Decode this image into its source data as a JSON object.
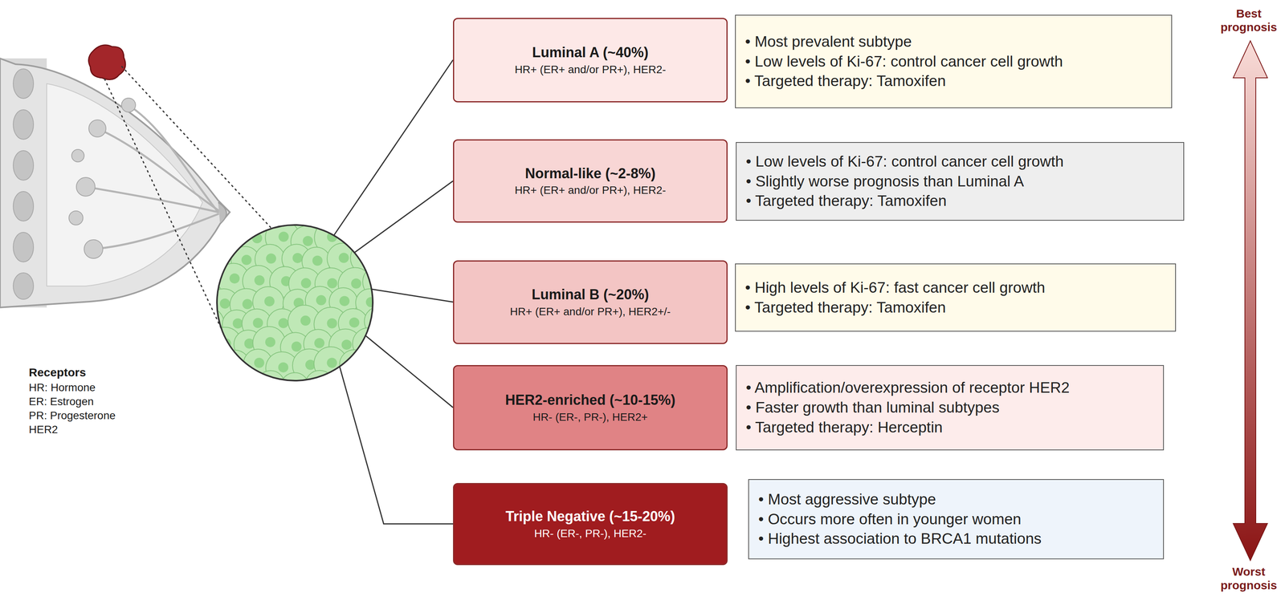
{
  "diagram": {
    "nodes": [
      {
        "text": [
          "Luminal A (~40%)",
          "HR+ (ER+ and/or PR+), HER2-"
        ]
      },
      {
        "text": [
          "• Most prevalent subtype",
          "• Low levels of Ki-67: control cancer cell growth",
          "• Targeted therapy: Tamoxifen"
        ]
      },
      {
        "text": [
          "Normal-like (~2-8%)",
          "HR+ (ER+ and/or PR+), HER2-"
        ]
      },
      {
        "text": [
          "• Low levels of Ki-67: control cancer cell growth",
          "• Slightly worse prognosis than Luminal A",
          "• Targeted therapy: Tamoxifen"
        ]
      },
      {
        "text": [
          "Luminal B (~20%)",
          "HR+ (ER+ and/or PR+), HER2+/-"
        ]
      },
      {
        "text": [
          "• High levels of Ki-67: fast cancer cell growth",
          "• Targeted therapy: Tamoxifen"
        ]
      },
      {
        "text": [
          "HER2-enriched (~10-15%)",
          "HR- (ER-, PR-), HER2+"
        ]
      },
      {
        "text": [
          "• Amplification/overexpression of receptor HER2",
          "• Faster growth than luminal subtypes",
          "• Targeted therapy: Herceptin"
        ]
      },
      {
        "text": [
          "Triple Negative (~15-20%)",
          "HR- (ER-, PR-), HER2-"
        ]
      },
      {
        "text": [
          "• Most aggressive subtype",
          "• Occurs more often in younger women",
          "• Highest association to BRCA1 mutations"
        ]
      }
    ],
    "labels": [
      "Receptors",
      "HR: Hormone",
      "ER: Estrogen",
      "PR: Progesterone",
      "HER2",
      "Best prognosis",
      "Worst prognosis"
    ]
  }
}
